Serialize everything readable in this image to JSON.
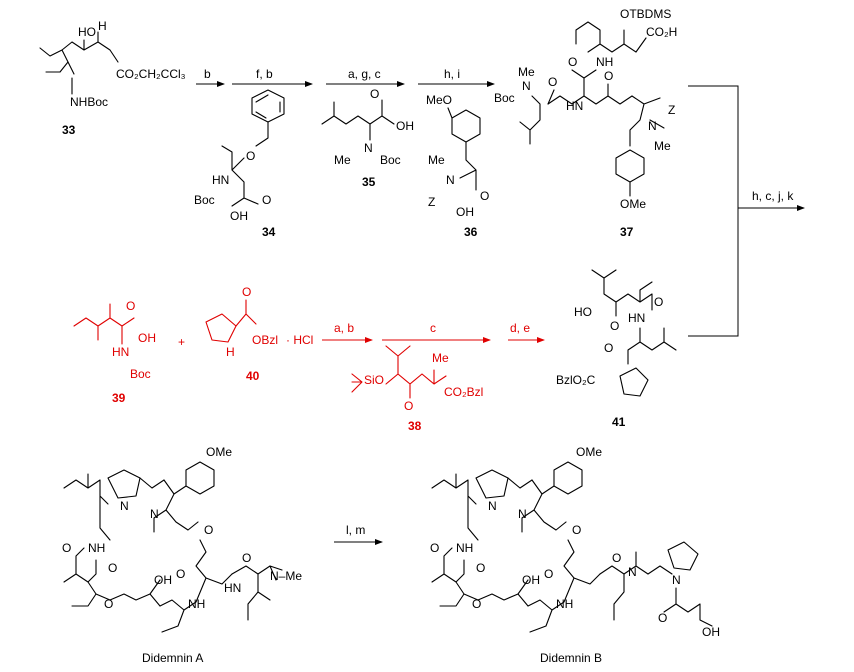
{
  "colors": {
    "black": "#000000",
    "red": "#e00000"
  },
  "steps": {
    "s1": "b",
    "s2": "f, b",
    "s3": "a, g, c",
    "s4": "h, i",
    "s5": "h, c, j, k",
    "s6": "a, b",
    "s7": "c",
    "s8": "d, e",
    "s9": "l, m"
  },
  "compounds": {
    "c33": "33",
    "c34": "34",
    "c35": "35",
    "c36": "36",
    "c37": "37",
    "c38": "38",
    "c39": "39",
    "c40": "40",
    "c41": "41",
    "didA": "Didemnin A",
    "didB": "Didemnin B"
  },
  "atoms": {
    "ho": "HO",
    "h": "H",
    "co2ch2ccl3": "CO₂CH₂CCl₃",
    "nhboc": "NHBoc",
    "boc": "Boc",
    "hn": "HN",
    "o": "O",
    "oh": "OH",
    "me": "Me",
    "n": "N",
    "z": "Z",
    "meo": "MeO",
    "ome": "OMe",
    "otbdms": "OTBDMS",
    "co2h": "CO₂H",
    "nh": "NH",
    "h_nh": "H",
    "obzl": "OBzl",
    "hcl": "· HCl",
    "plus": "+",
    "sio": "SiO",
    "co2bzl": "CO₂Bzl",
    "bzlo2c": "BzlO₂C",
    "nme": "N–Me"
  }
}
